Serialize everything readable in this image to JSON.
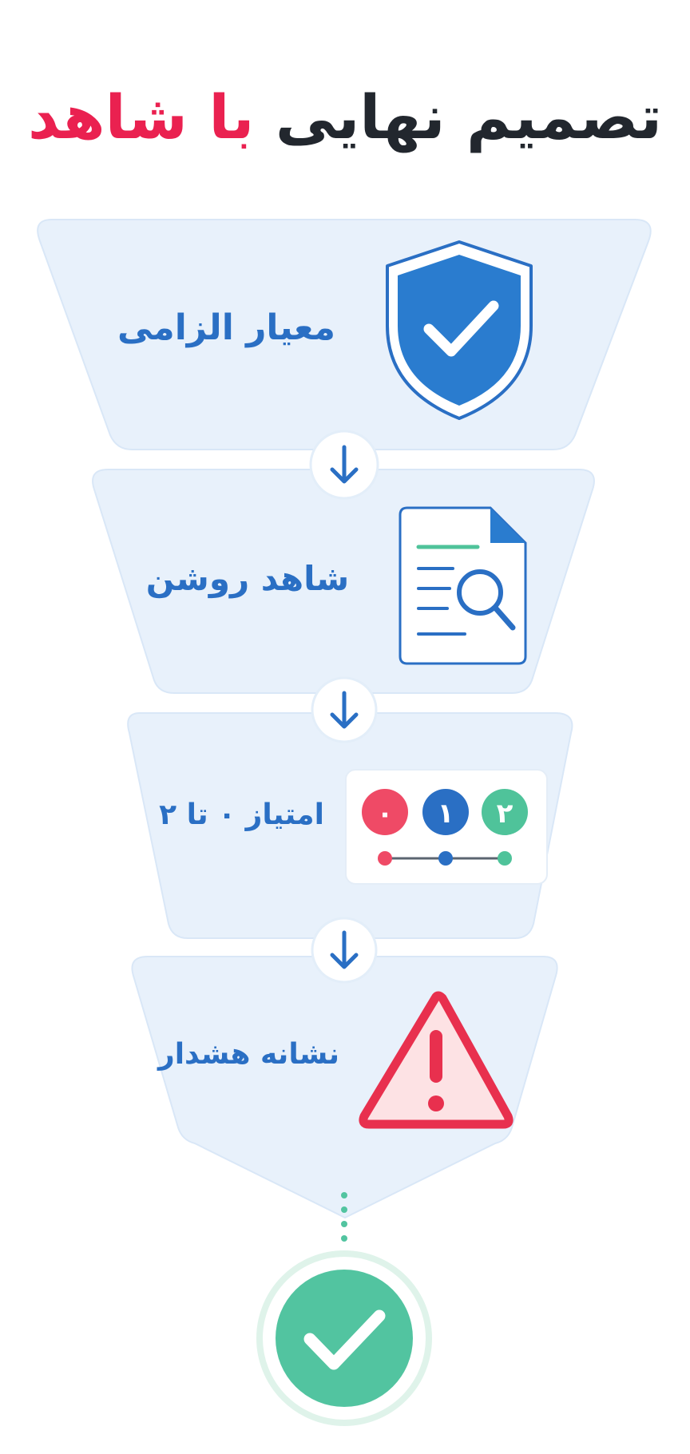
{
  "title": {
    "main": "تصمیم نهایی",
    "accent": "با شاهد"
  },
  "steps": [
    {
      "label": "معیار الزامی",
      "icon": "shield-check-icon"
    },
    {
      "label": "شاهد روشن",
      "icon": "document-search-icon"
    },
    {
      "label": "امتیاز ۰ تا ۲",
      "icon": "score-scale-icon"
    },
    {
      "label": "نشانه هشدار",
      "icon": "warning-triangle-icon"
    }
  ],
  "score_scale": {
    "values": [
      "۰",
      "۱",
      "۲"
    ],
    "colors": [
      "#ef4a66",
      "#2a6fc4",
      "#4fc39a"
    ]
  },
  "final": {
    "icon": "check-circle-icon"
  },
  "colors": {
    "title": "#22272e",
    "title_accent": "#ea2150",
    "panel": "#e8f1fb",
    "text": "#2a6fc4",
    "connector": "#2a6fc4",
    "warning": "#e8304e",
    "success": "#52c4a0"
  }
}
